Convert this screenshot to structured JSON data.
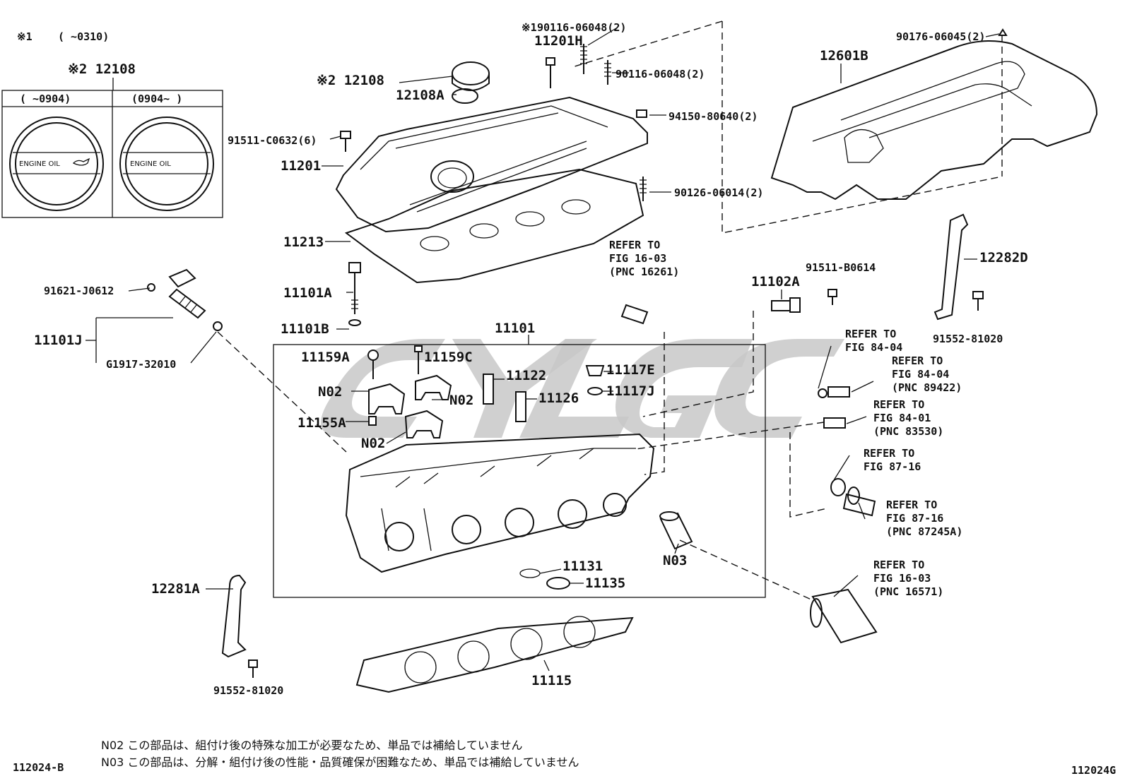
{
  "header": {
    "note1_mark": "※1",
    "note1_range": "(      ~0310)",
    "note2_label": "※2 12108",
    "window_left": "(      ~0904)",
    "window_right": "(0904~      )",
    "cap_text_left": "ENGINE OIL",
    "cap_text_right": "ENGINE OIL"
  },
  "labels": {
    "l_11201H_mark": "※1",
    "l_90116a": "90116-06048(2)",
    "l_11201H": "11201H",
    "l_90116b": "90116-06048(2)",
    "l_12108": "※2 12108",
    "l_12108A": "12108A",
    "l_91511c": "91511-C0632(6)",
    "l_94150": "94150-80640(2)",
    "l_11201": "11201",
    "l_90126": "90126-06014(2)",
    "l_11213": "11213",
    "l_90176": "90176-06045(2)",
    "l_12601B": "12601B",
    "l_refer1603a_1": "REFER TO",
    "l_refer1603a_2": "FIG 16-03",
    "l_refer1603a_3": "(PNC 16261)",
    "l_91621": "91621-J0612",
    "l_11101A": "11101A",
    "l_11102A": "11102A",
    "l_91511b": "91511-B0614",
    "l_12282D": "12282D",
    "l_11101J": "11101J",
    "l_11101B": "11101B",
    "l_11101": "11101",
    "l_91552a": "91552-81020",
    "l_G1917": "G1917-32010",
    "l_11159A": "11159A",
    "l_11159C": "11159C",
    "l_11117E": "11117E",
    "l_refer8404a_1": "REFER TO",
    "l_refer8404a_2": "FIG 84-04",
    "l_refer8404b_1": "REFER TO",
    "l_refer8404b_2": "FIG 84-04",
    "l_refer8404b_3": "(PNC 89422)",
    "l_11122": "11122",
    "l_N02a": "N02",
    "l_N02b": "N02",
    "l_11126": "11126",
    "l_11117J": "11117J",
    "l_refer8401_1": "REFER TO",
    "l_refer8401_2": "FIG 84-01",
    "l_refer8401_3": "(PNC 83530)",
    "l_11155A": "11155A",
    "l_N02c": "N02",
    "l_refer8716a_1": "REFER TO",
    "l_refer8716a_2": "FIG 87-16",
    "l_refer8716b_1": "REFER TO",
    "l_refer8716b_2": "FIG 87-16",
    "l_refer8716b_3": "(PNC 87245A)",
    "l_11131": "11131",
    "l_N03": "N03",
    "l_11135": "11135",
    "l_refer1603b_1": "REFER TO",
    "l_refer1603b_2": "FIG 16-03",
    "l_refer1603b_3": "(PNC 16571)",
    "l_12281A": "12281A",
    "l_91552b": "91552-81020",
    "l_11115": "11115"
  },
  "footer": {
    "note_n02": "N02  この部品は、組付け後の特殊な加工が必要なため、単品では補給していません",
    "note_n03": "N03  この部品は、分解・組付け後の性能・品質確保が困難なため、単品では補給していません",
    "code_left": "112024-B",
    "code_right": "112024G"
  },
  "watermark": "CYL GC"
}
